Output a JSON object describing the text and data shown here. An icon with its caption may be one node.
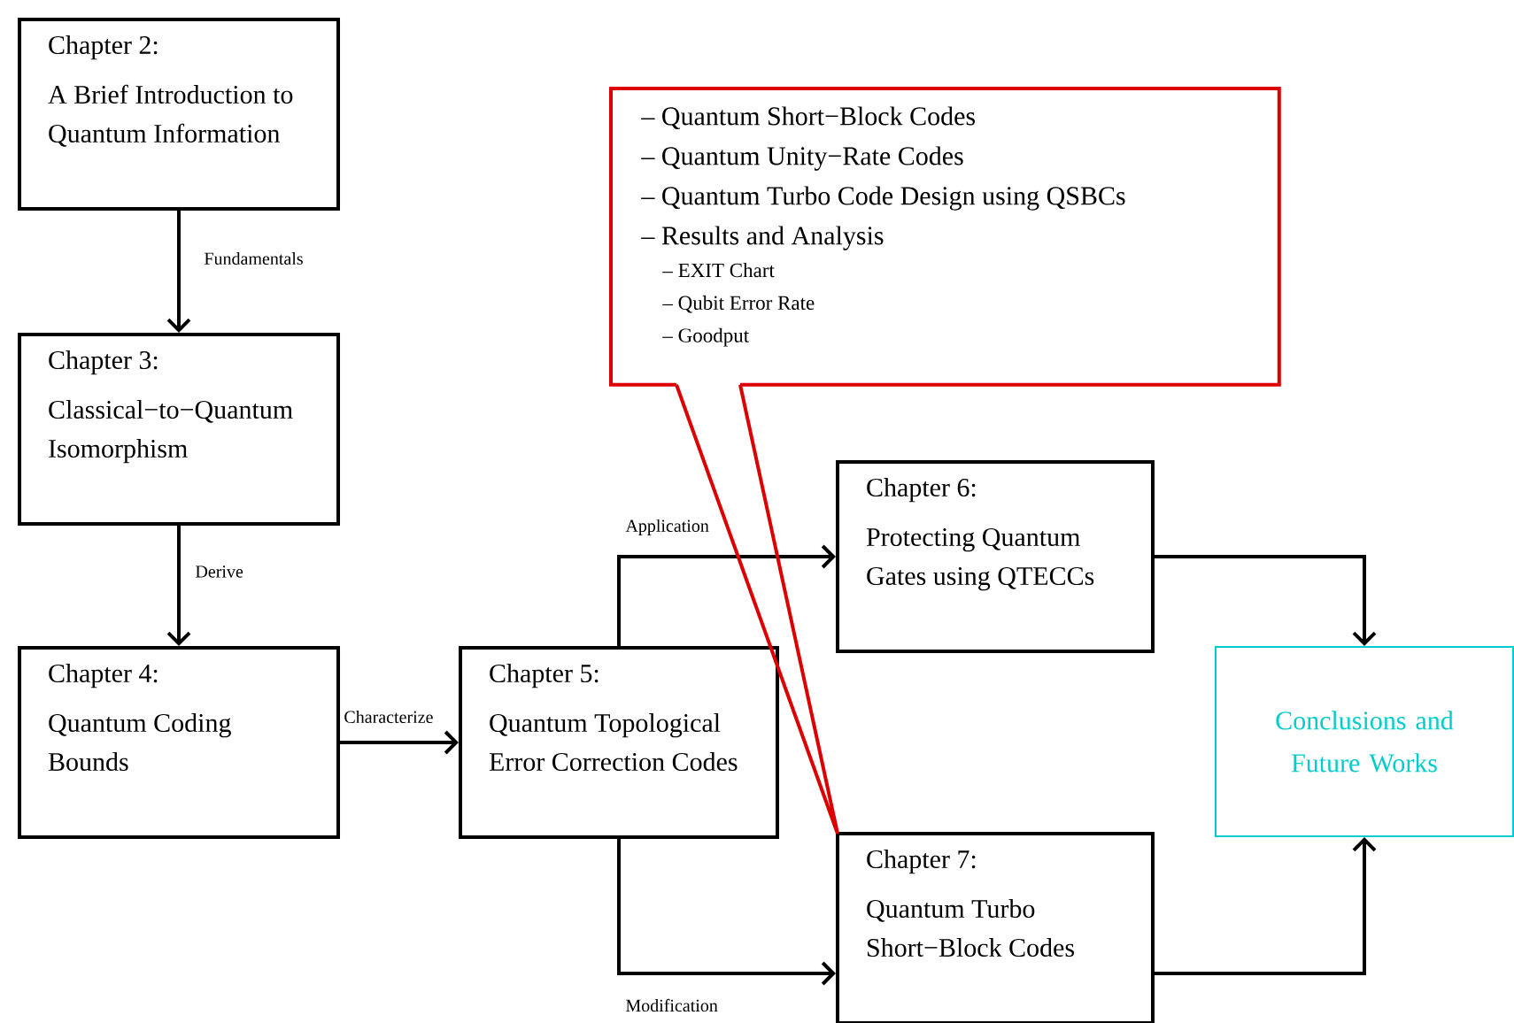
{
  "diagram": {
    "nodes": [
      {
        "text": [
          "Chapter 2:",
          "A Brief Introduction to Quantum Information"
        ]
      },
      {
        "text": [
          "Chapter 3:",
          "Classical−to−Quantum Isomorphism"
        ]
      },
      {
        "text": [
          "Chapter 4:",
          "Quantum Coding Bounds"
        ]
      },
      {
        "text": [
          "Chapter 5:",
          "Quantum Topological Error Correction Codes"
        ]
      },
      {
        "text": [
          "Chapter 6:",
          "Protecting Quantum Gates using QTECCs"
        ]
      },
      {
        "text": [
          "Chapter 7:",
          "Quantum Turbo Short−Block Codes"
        ]
      },
      {
        "text": [
          "Conclusions and Future Works"
        ]
      },
      {
        "text": [
          "– Quantum Short−Block Codes",
          "– Quantum Unity−Rate Codes",
          "– Quantum Turbo Code Design using QSBCs",
          "– Results and Analysis",
          "– EXIT Chart",
          "– Qubit Error Rate",
          "– Goodput"
        ]
      }
    ],
    "edges": [
      {
        "from": 0,
        "to": 1,
        "arrow": "to",
        "label": "Fundamentals"
      },
      {
        "from": 1,
        "to": 2,
        "arrow": "to",
        "label": "Derive"
      },
      {
        "from": 2,
        "to": 3,
        "arrow": "to",
        "label": "Characterize"
      },
      {
        "from": 3,
        "to": 4,
        "arrow": "to",
        "label": "Application"
      },
      {
        "from": 3,
        "to": 5,
        "arrow": "to",
        "label": "Modification"
      },
      {
        "from": 4,
        "to": 6,
        "arrow": "to"
      },
      {
        "from": 5,
        "to": 6,
        "arrow": "to"
      },
      {
        "from": 7,
        "to": 5,
        "arrow": "none",
        "color": "#dd0000"
      }
    ]
  }
}
